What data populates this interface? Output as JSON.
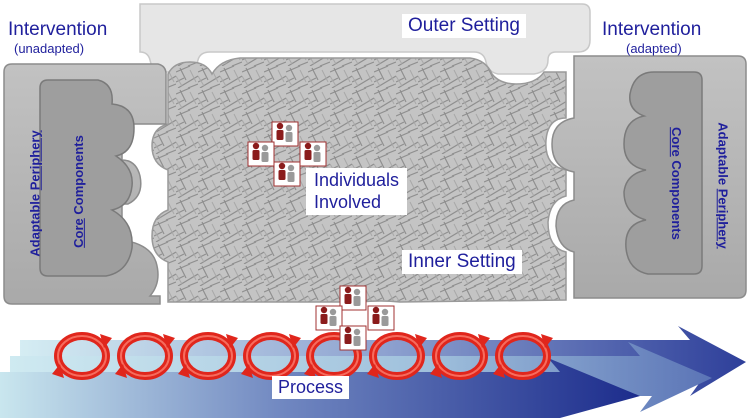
{
  "labels": {
    "intervention_left_title": "Intervention",
    "intervention_left_sub": "(unadapted)",
    "intervention_right_title": "Intervention",
    "intervention_right_sub": "(adapted)",
    "outer_setting": "Outer Setting",
    "inner_setting": "Inner Setting",
    "individuals_line1": "Individuals",
    "individuals_line2": "Involved",
    "process": "Process",
    "adaptable": "Adaptable",
    "periphery": "Periphery",
    "core": "Core",
    "components": "Components"
  },
  "colors": {
    "text": "#1f1f9c",
    "cycle_red": "#e0261c",
    "arrow_dark": "#1c2c8c",
    "arrow_light": "#b8dfe8",
    "puzzle_gray": "#b5b5b5",
    "outer_gray": "#e6e6e6",
    "person_red": "#8b1c1c"
  }
}
